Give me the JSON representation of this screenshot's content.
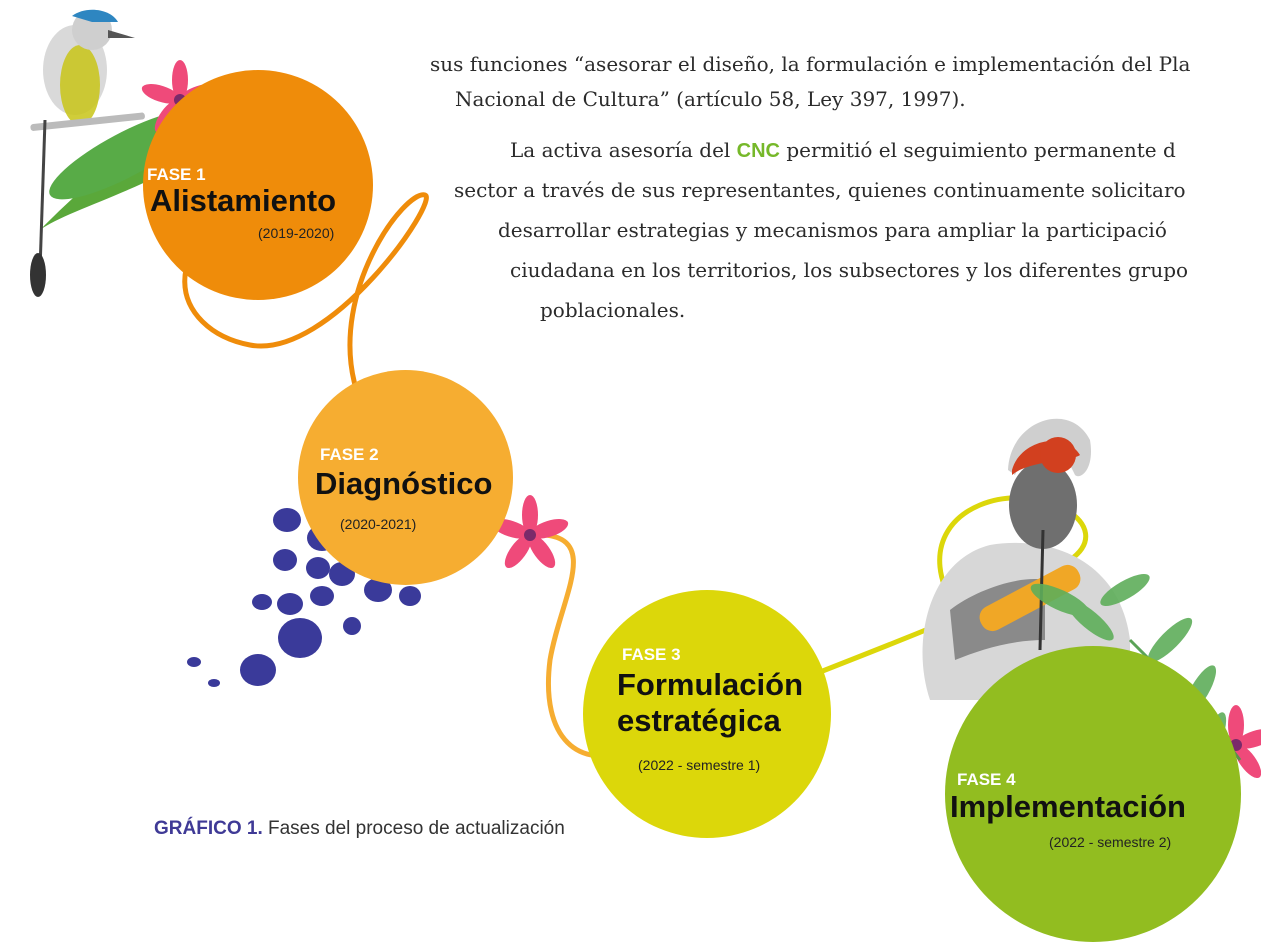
{
  "body_text": {
    "line1": "sus funciones “asesorar el diseño, la formulación e implementación del Pla",
    "line2": "Nacional de Cultura” (artículo 58, Ley 397, 1997).",
    "line3_before": "La activa asesoría del ",
    "line3_highlight": "CNC",
    "line3_after": " permitió el seguimiento permanente d",
    "line4": "sector a través de sus representantes, quienes continuamente solicitaro",
    "line5": "desarrollar estrategias y mecanismos para ampliar la participació",
    "line6": "ciudadana en los territorios, los subsectores y los diferentes grupo",
    "line7": "poblacionales."
  },
  "phases": [
    {
      "fase": "FASE 1",
      "name_lines": [
        "Alistamiento"
      ],
      "years": "(2019-2020)",
      "color": "#ef8c0a"
    },
    {
      "fase": "FASE 2",
      "name_lines": [
        "Diagnóstico"
      ],
      "years": "(2020-2021)",
      "color": "#f6ad31"
    },
    {
      "fase": "FASE 3",
      "name_lines": [
        "Formulación",
        "estratégica"
      ],
      "years": "(2022 - semestre 1)",
      "color": "#dcd70a"
    },
    {
      "fase": "FASE 4",
      "name_lines": [
        "Implementación"
      ],
      "years": "(2022 - semestre 2)",
      "color": "#92bd20"
    }
  ],
  "caption": {
    "lead": "GRÁFICO 1.",
    "text": " Fases del proceso de actualización"
  },
  "colors": {
    "cnc_highlight": "#76b82a",
    "caption_lead": "#3f3a96",
    "blue_spots": "#3a3a9a"
  },
  "decorations": [
    "motmot-bird-illustration",
    "pink-flower-icon",
    "blue-spots-illustration",
    "singer-with-headwrap-photo",
    "leaf-branch-illustration"
  ]
}
